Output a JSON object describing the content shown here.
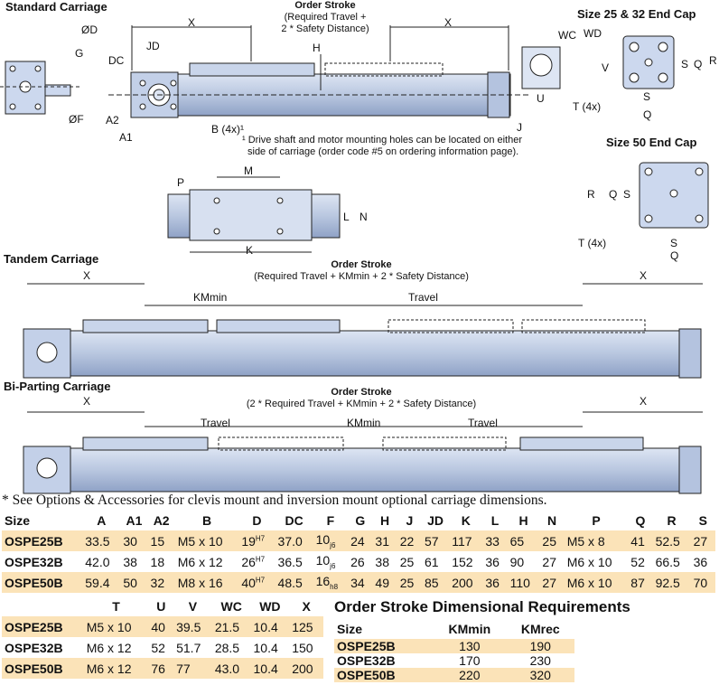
{
  "sections": {
    "standard": "Standard Carriage",
    "tandem": "Tandem Carriage",
    "biparting": "Bi-Parting Carriage",
    "endcap_25_32": "Size 25 & 32 End Cap",
    "endcap_50": "Size 50 End Cap"
  },
  "standard_labels": {
    "order_stroke_title": "Order Stroke",
    "order_stroke_line1": "(Required Travel +",
    "order_stroke_line2": "2 * Safety Distance)",
    "x_left": "X",
    "x_right": "X",
    "od": "ØD",
    "jd": "JD",
    "g": "G",
    "dc": "DC",
    "h": "H",
    "a2": "A2",
    "a1": "A1",
    "of": "ØF",
    "b4x": "B (4x)¹",
    "j": "J",
    "footnote_line1": "¹ Drive shaft and motor mounting holes can be located on either",
    "footnote_line2": "side of carriage (order code #5 on ordering information page).",
    "p": "P",
    "m": "M",
    "l": "L",
    "n": "N",
    "k": "K"
  },
  "endcap_labels": {
    "wc": "WC",
    "wd": "WD",
    "v": "V",
    "u": "U",
    "t4x": "T (4x)",
    "s": "S",
    "q": "Q",
    "r": "R"
  },
  "tandem_labels": {
    "order_stroke_title": "Order Stroke",
    "order_stroke_sub": "(Required Travel + KMmin + 2 * Safety Distance)",
    "x_left": "X",
    "x_right": "X",
    "km_min": "KMmin",
    "travel": "Travel"
  },
  "biparting_labels": {
    "order_stroke_title": "Order Stroke",
    "order_stroke_sub": "(2 * Required Travel + KMmin + 2 * Safety Distance)",
    "x_left": "X",
    "x_right": "X",
    "travel_left": "Travel",
    "km_min": "KMmin",
    "travel_right": "Travel"
  },
  "options_note": "* See Options & Accessories for clevis mount and inversion mount optional carriage dimensions.",
  "table1": {
    "headers": [
      "Size",
      "A",
      "A1",
      "A2",
      "B",
      "D",
      "DC",
      "F",
      "G",
      "H",
      "J",
      "JD",
      "K",
      "L",
      "H",
      "N",
      "P",
      "Q",
      "R",
      "S"
    ],
    "rows": [
      [
        "OSPE25B",
        "33.5",
        "30",
        "15",
        "M5 x 10",
        "19",
        "37.0",
        "10",
        "24",
        "31",
        "22",
        "57",
        "117",
        "33",
        "65",
        "25",
        "M5 x 8",
        "41",
        "52.5",
        "27"
      ],
      [
        "OSPE32B",
        "42.0",
        "38",
        "18",
        "M6 x 12",
        "26",
        "36.5",
        "10",
        "26",
        "38",
        "25",
        "61",
        "152",
        "36",
        "90",
        "27",
        "M6 x 10",
        "52",
        "66.5",
        "36"
      ],
      [
        "OSPE50B",
        "59.4",
        "50",
        "32",
        "M8 x 16",
        "40",
        "48.5",
        "16",
        "34",
        "49",
        "25",
        "85",
        "200",
        "36",
        "110",
        "27",
        "M6 x 10",
        "87",
        "92.5",
        "70"
      ]
    ],
    "d_tol": "H7",
    "f_tol": [
      "j6",
      "j6",
      "h8"
    ]
  },
  "table2": {
    "headers": [
      "",
      "T",
      "U",
      "V",
      "WC",
      "WD",
      "X"
    ],
    "rows": [
      [
        "OSPE25B",
        "M5 x 10",
        "40",
        "39.5",
        "21.5",
        "10.4",
        "125"
      ],
      [
        "OSPE32B",
        "M6 x 12",
        "52",
        "51.7",
        "28.5",
        "10.4",
        "150"
      ],
      [
        "OSPE50B",
        "M6 x 12",
        "76",
        "77",
        "43.0",
        "10.4",
        "200"
      ]
    ]
  },
  "table3": {
    "title": "Order Stroke Dimensional Requirements",
    "headers": [
      "Size",
      "KMmin",
      "KMrec"
    ],
    "rows": [
      [
        "OSPE25B",
        "130",
        "190"
      ],
      [
        "OSPE32B",
        "170",
        "230"
      ],
      [
        "OSPE50B",
        "220",
        "320"
      ]
    ]
  },
  "colors": {
    "body": "#c9d5ea",
    "body_dark": "#9fb0cf",
    "line": "#222222",
    "band": "#fbe3b8"
  }
}
